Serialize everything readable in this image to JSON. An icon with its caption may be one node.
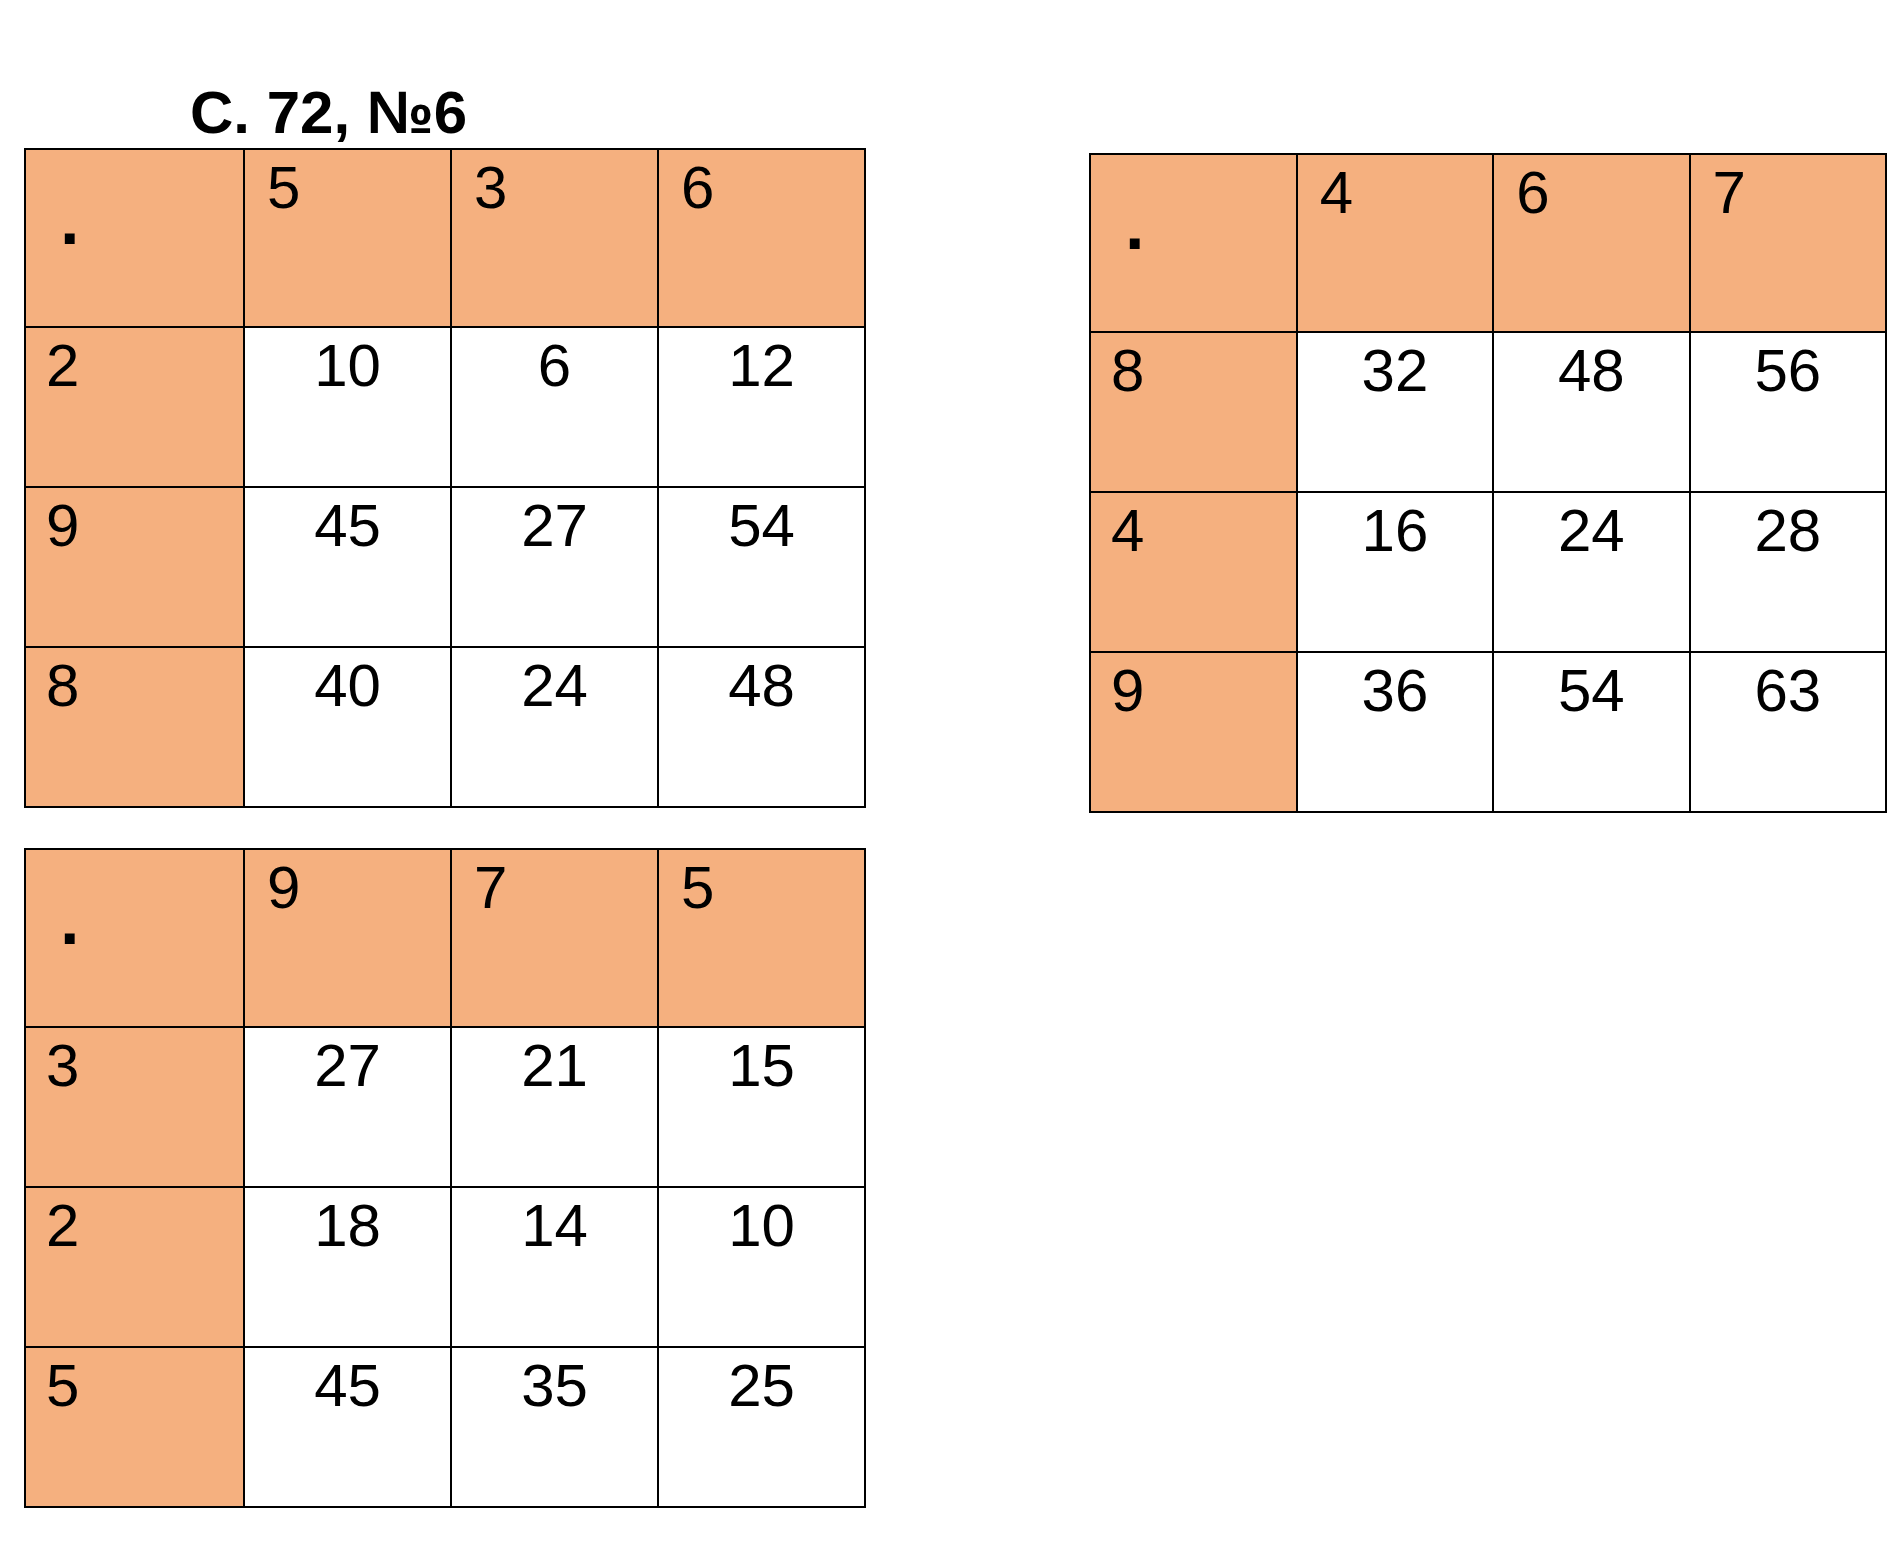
{
  "diagram": {
    "title": "С. 72, №6",
    "labels": [
      "·",
      "5",
      "3",
      "6",
      "2",
      "10",
      "6",
      "12",
      "9",
      "45",
      "27",
      "54",
      "8",
      "40",
      "24",
      "48",
      "·",
      "4",
      "6",
      "7",
      "8",
      "32",
      "48",
      "56",
      "4",
      "16",
      "24",
      "28",
      "9",
      "36",
      "54",
      "63",
      "·",
      "9",
      "7",
      "5",
      "3",
      "27",
      "21",
      "15",
      "2",
      "18",
      "14",
      "10",
      "5",
      "45",
      "35",
      "25"
    ]
  }
}
